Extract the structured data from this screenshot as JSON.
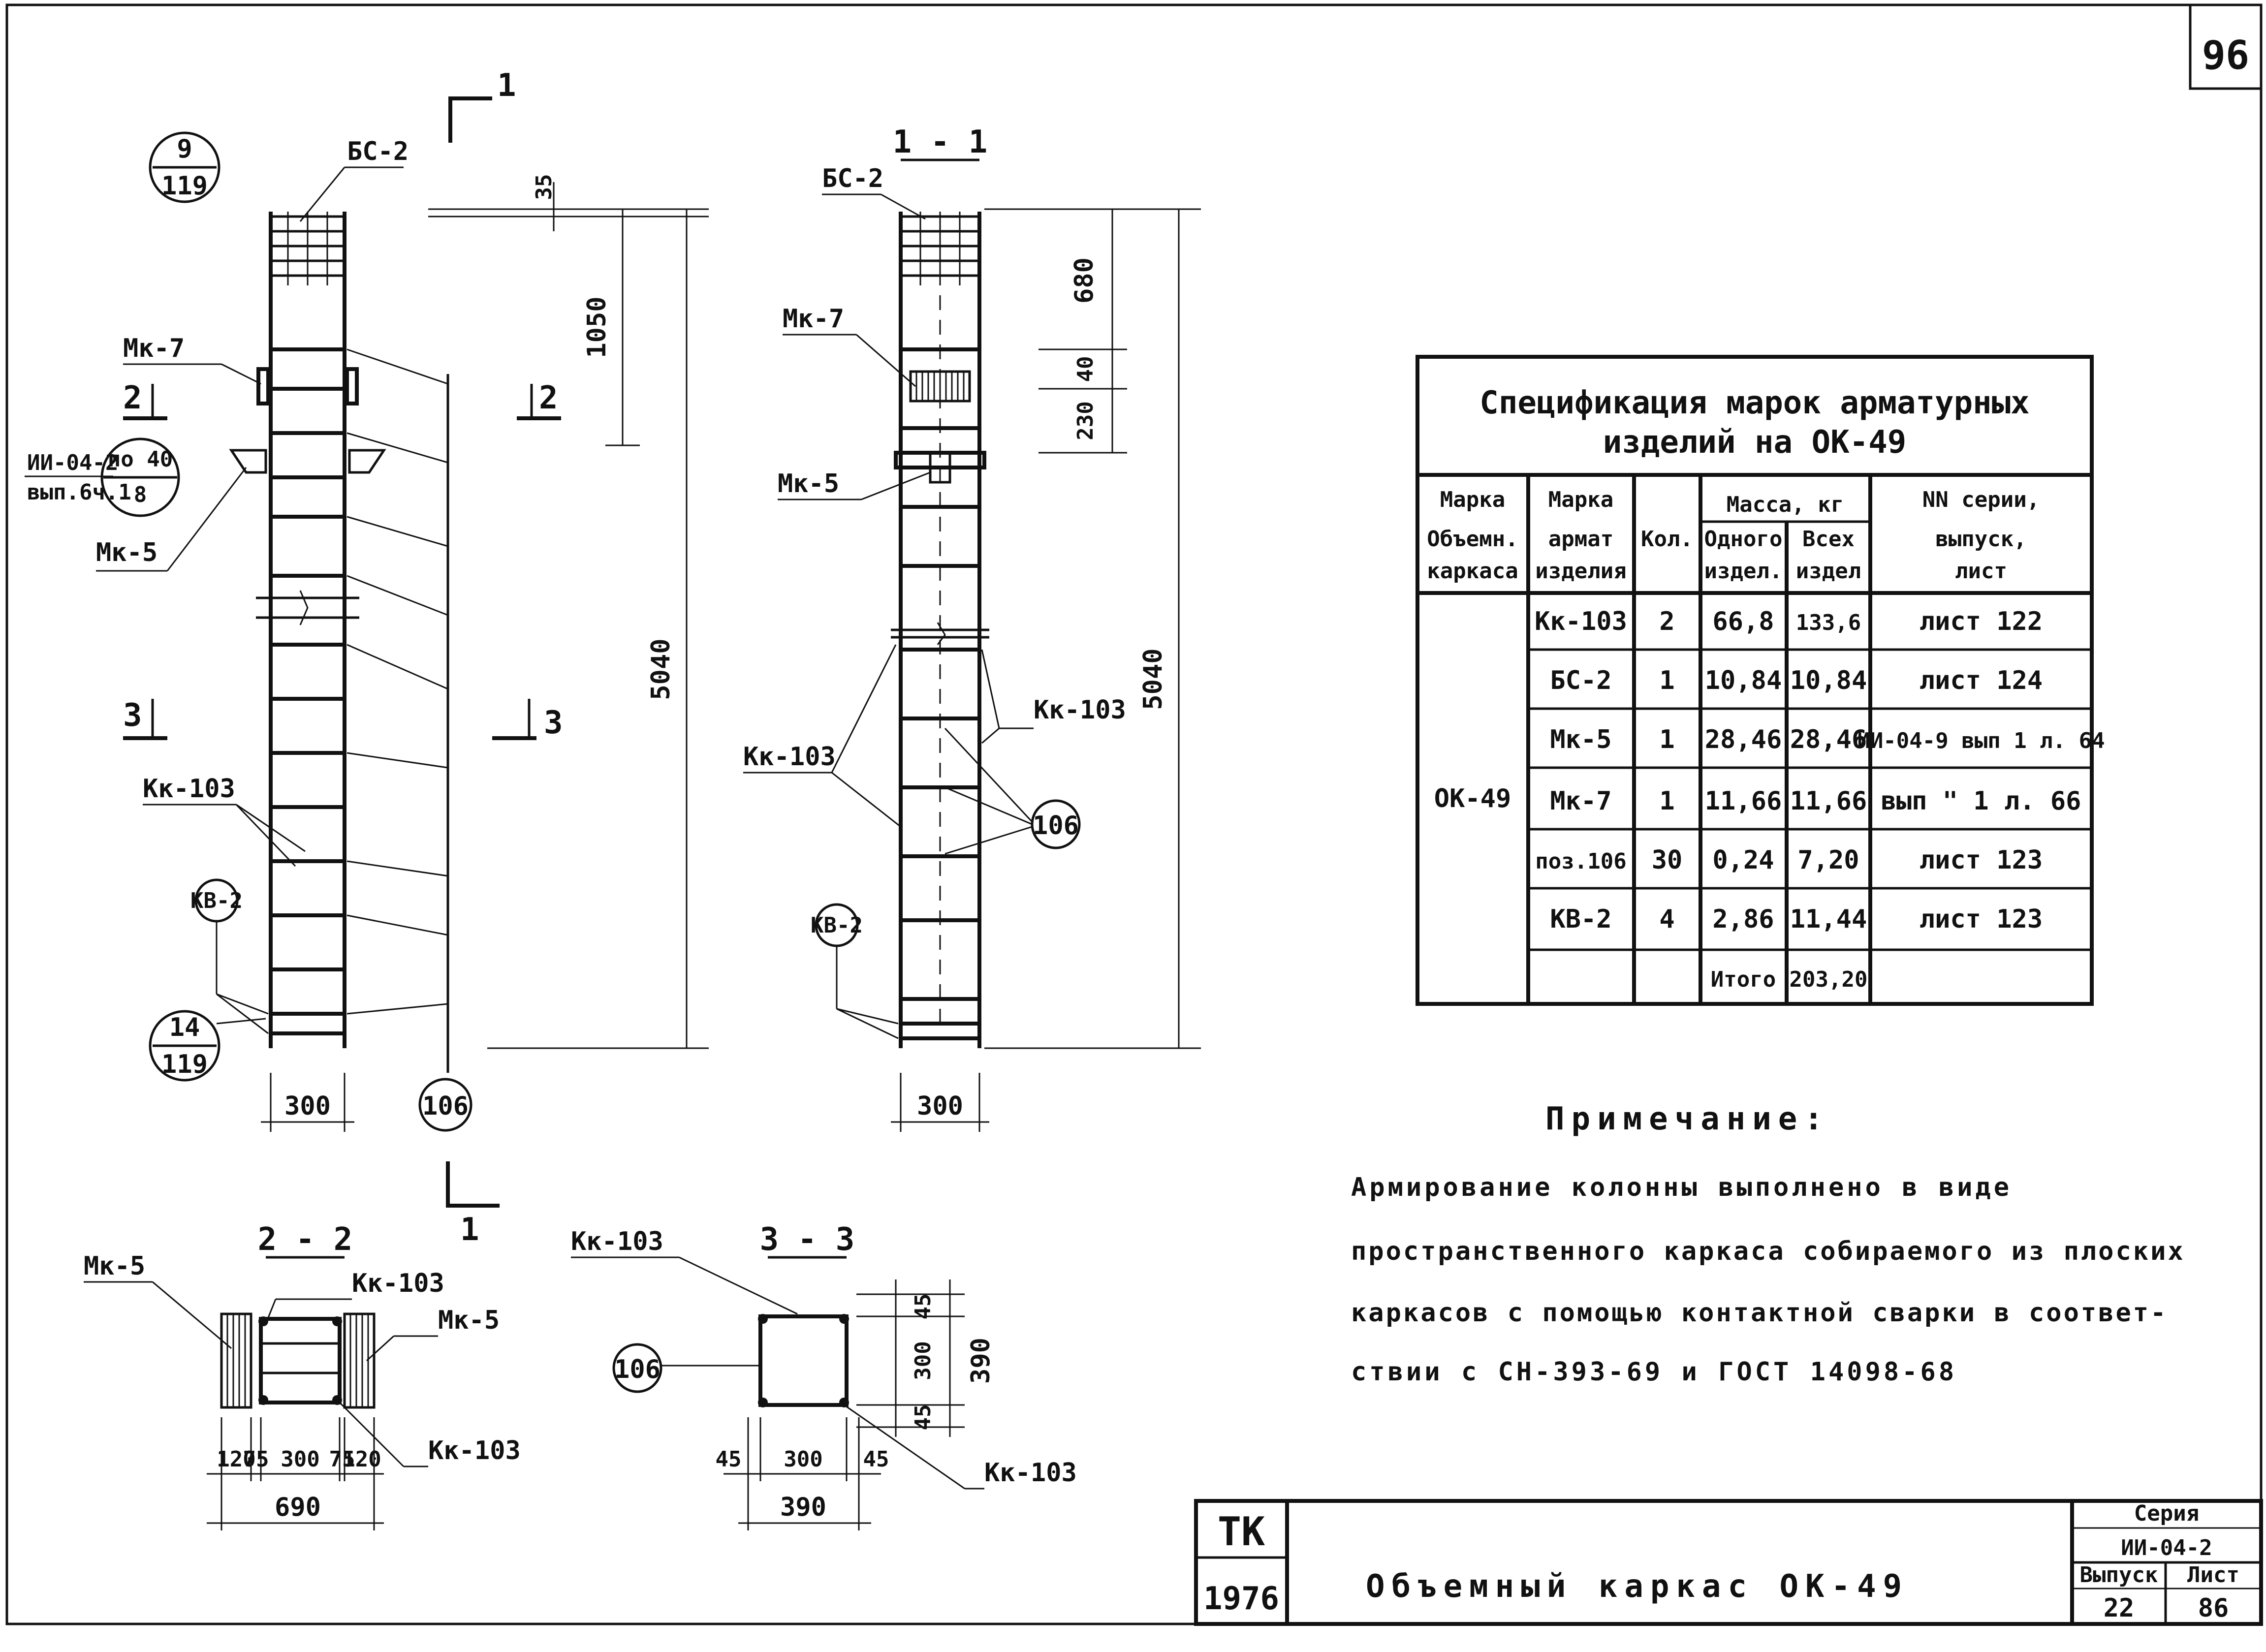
{
  "sheet_number": "96",
  "elevation_left": {
    "callout_top": {
      "num": "9",
      "den": "119"
    },
    "callout_bottom": {
      "num": "14",
      "den": "119"
    },
    "ref_callout": {
      "line1": "ИИ-04-2",
      "line2": "вып.6ч.1",
      "num": "по 40",
      "den": "8"
    },
    "labels": {
      "bs2": "БС-2",
      "mk7": "Мк-7",
      "mk5": "Мк-5",
      "kk103": "Кк-103",
      "kv2": "КВ-2",
      "pos106": "106"
    },
    "dims": {
      "d35": "35",
      "d1050": "1050",
      "d5040": "5040",
      "width": "300"
    },
    "section_marks": {
      "s1": "1",
      "s2": "2",
      "s3": "3"
    }
  },
  "elevation_right": {
    "title": "1 - 1",
    "labels": {
      "bs2": "БС-2",
      "mk7": "Мк-7",
      "mk5": "Мк-5",
      "kk103a": "Кк-103",
      "kk103b": "Кк-103",
      "kv2": "КВ-2",
      "pos106": "106"
    },
    "dims": {
      "d680": "680",
      "d40": "40",
      "d230": "230",
      "d5040": "5040",
      "width": "300"
    }
  },
  "section_2_2": {
    "title": "2 - 2",
    "labels": {
      "mk5_left": "Мк-5",
      "mk5_right": "Мк-5",
      "kk103_top": "Кк-103",
      "kk103_bottom": "Кк-103"
    },
    "dims": {
      "a": "120",
      "b": "75",
      "c": "300",
      "d": "75",
      "e": "120",
      "total": "690"
    }
  },
  "section_3_3": {
    "title": "3 - 3",
    "labels": {
      "kk103_top": "Кк-103",
      "kk103_bottom": "Кк-103",
      "pos106": "106"
    },
    "dims": {
      "h45a": "45",
      "h300": "300",
      "h45b": "45",
      "total_h": "390",
      "w45a": "45",
      "w300": "300",
      "w45b": "45",
      "total_w": "390"
    }
  },
  "spec_table": {
    "title_line1": "Спецификация марок арматурных",
    "title_line2": "изделий на ОК-49",
    "headers": {
      "mark_obj_1": "Марка",
      "mark_obj_2": "Объемн.",
      "mark_obj_3": "каркаса",
      "mark_arm_1": "Марка",
      "mark_arm_2": "армат",
      "mark_arm_3": "изделия",
      "qty": "Кол.",
      "mass": "Масса, кг",
      "mass_one_1": "Одного",
      "mass_one_2": "издел.",
      "mass_all_1": "Всех",
      "mass_all_2": "издел",
      "series_1": "NN серии,",
      "series_2": "выпуск,",
      "series_3": "лист"
    },
    "frame_mark": "ОК-49",
    "rows": [
      {
        "item": "Кк-103",
        "qty": "2",
        "one": "66,8",
        "all": "133,6",
        "ref": "лист 122"
      },
      {
        "item": "БС-2",
        "qty": "1",
        "one": "10,84",
        "all": "10,84",
        "ref": "лист 124"
      },
      {
        "item": "Мк-5",
        "qty": "1",
        "one": "28,46",
        "all": "28,46",
        "ref": "ИИ-04-9 вып 1 л. 64"
      },
      {
        "item": "Мк-7",
        "qty": "1",
        "one": "11,66",
        "all": "11,66",
        "ref": "вып \" 1 л. 66"
      },
      {
        "item": "поз.106",
        "qty": "30",
        "one": "0,24",
        "all": "7,20",
        "ref": "лист 123"
      },
      {
        "item": "КВ-2",
        "qty": "4",
        "one": "2,86",
        "all": "11,44",
        "ref": "лист 123"
      },
      {
        "item": "",
        "qty": "",
        "one": "Итого",
        "all": "203,20",
        "ref": ""
      }
    ]
  },
  "note": {
    "title": "Примечание:",
    "line1": "Армирование колонны выполнено в виде",
    "line2": "пространственного каркаса собираемого из плоских",
    "line3": "каркасов с помощью контактной сварки в соответ-",
    "line4": "ствии с СН-393-69 и ГОСТ 14098-68"
  },
  "title_block": {
    "org": "ТК",
    "year": "1976",
    "title": "Объемный каркас ОК-49",
    "series_label": "Серия",
    "series": "ИИ-04-2",
    "issue_label": "Выпуск",
    "issue": "22",
    "sheet_label": "Лист",
    "sheet": "86"
  }
}
